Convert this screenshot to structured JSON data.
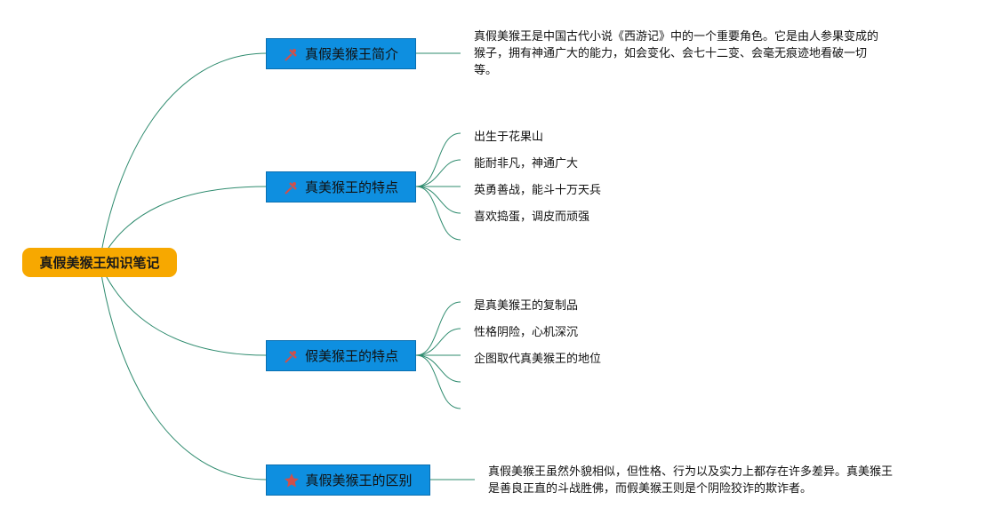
{
  "root": {
    "label": "真假美猴王知识笔记"
  },
  "topics": [
    {
      "label": "真假美猴王简介",
      "icon": "pinned-note-icon"
    },
    {
      "label": "真美猴王的特点",
      "icon": "pinned-note-icon"
    },
    {
      "label": "假美猴王的特点",
      "icon": "pinned-note-icon"
    },
    {
      "label": "真假美猴王的区别",
      "icon": "star-icon"
    }
  ],
  "intro": {
    "lines": [
      "真假美猴王是中国古代小说《西游记》中的一个重要角色。它是由人参果变成的",
      "猴子，拥有神通广大的能力，如会变化、会七十二变、会毫无痕迹地看破一切",
      "等。"
    ]
  },
  "real_traits": [
    "出生于花果山",
    "能耐非凡，神通广大",
    "英勇善战，能斗十万天兵",
    "喜欢捣蛋，调皮而顽强"
  ],
  "fake_traits": [
    "是真美猴王的复制品",
    "性格阴险，心机深沉",
    "企图取代真美猴王的地位"
  ],
  "difference": {
    "lines": [
      "真假美猴王虽然外貌相似，但性格、行为以及实力上都存在许多差异。真美猴王",
      "是善良正直的斗战胜佛，而假美猴王则是个阴险狡诈的欺诈者。"
    ]
  },
  "colors": {
    "root": "#f7a800",
    "topic": "#0e8fe0",
    "line": "#2e8b6e",
    "icon": "#d0504a"
  }
}
